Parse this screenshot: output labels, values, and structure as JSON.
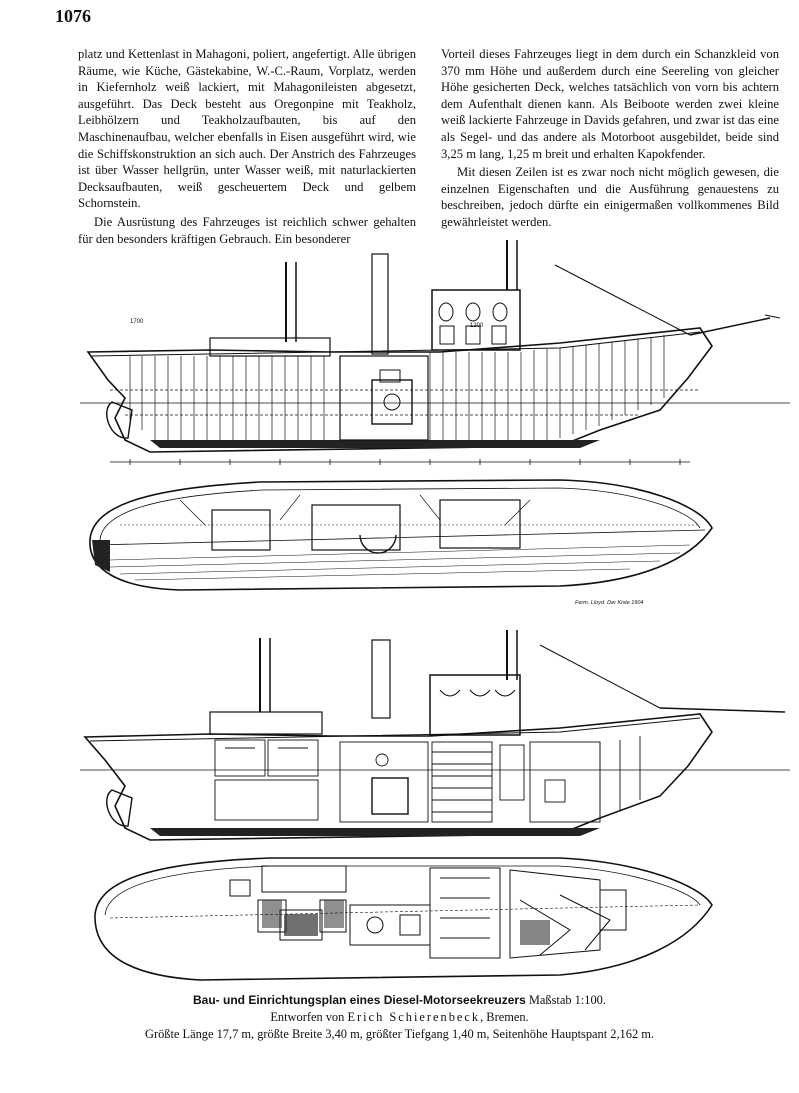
{
  "page": {
    "number": "1076"
  },
  "left_column": {
    "p1": "platz und Kettenlast in Mahagoni, poliert, angefertigt. Alle übrigen Räume, wie Küche, Gästekabine, W.-C.-Raum, Vorplatz, werden in Kiefernholz weiß lackiert, mit Mahagonileisten abgesetzt, ausgeführt. Das Deck besteht aus Oregonpine mit Teakholz, Leibhölzern und Teakholzaufbauten, bis auf den Maschinenaufbau, welcher ebenfalls in Eisen ausgeführt wird, wie die Schiffskonstruktion an sich auch. Der Anstrich des Fahrzeuges ist über Wasser hellgrün, unter Wasser weiß, mit naturlackierten Decksaufbauten, weiß gescheuertem Deck und gelbem Schornstein.",
    "p2": "Die Ausrüstung des Fahrzeuges ist reichlich schwer gehalten für den besonders kräftigen Gebrauch. Ein besonderer"
  },
  "right_column": {
    "p1": "Vorteil dieses Fahrzeuges liegt in dem durch ein Schanzkleid von 370 mm Höhe und außerdem durch eine Seereling von gleicher Höhe gesicherten Deck, welches tatsächlich von vorn bis achtern dem Aufenthalt dienen kann. Als Beiboote werden zwei kleine weiß lackierte Fahrzeuge in Davids gefahren, und zwar ist das eine als Segel- und das andere als Motorboot ausgebildet, beide sind 3,25 m lang, 1,25 m breit und erhalten Kapokfender.",
    "p2": "Mit diesen Zeilen ist es zwar noch nicht möglich gewesen, die einzelnen Eigenschaften und die Ausführung genauestens zu beschreiben, jedoch dürfte ein einigermaßen vollkommenes Bild gewährleistet werden."
  },
  "drawing_labels": {
    "signature": "Ferm. Lloyd. Der Kiste 1904",
    "upper_dim_1": "1700",
    "upper_dim_2": "1200"
  },
  "caption": {
    "title": "Bau- und Einrichtungsplan eines Diesel-Motorseekreuzers",
    "scale": "Maßstab 1:100.",
    "designer_prefix": "Entworfen von",
    "designer_name": "Erich Schierenbeck",
    "designer_place": ", Bremen.",
    "dimensions": "Größte Länge 17,7 m, größte Breite 3,40 m, größter Tiefgang 1,40 m, Seitenhöhe Hauptspant 2,162 m."
  }
}
